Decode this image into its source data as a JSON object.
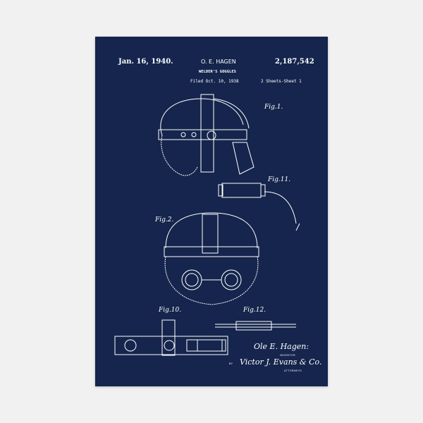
{
  "header": {
    "date": "Jan. 16, 1940.",
    "inventor": "O. E. HAGEN",
    "patent_number": "2,187,542",
    "title": "WELDER'S GOGGLES",
    "filed": "Filed Oct. 10, 1938",
    "sheets": "2 Sheets-Sheet 1"
  },
  "figures": {
    "fig1": "Fig.1.",
    "fig11": "Fig.11.",
    "fig2": "Fig.2.",
    "fig10": "Fig.10.",
    "fig12": "Fig.12."
  },
  "signature": {
    "inventor_name": "Ole E. Hagen:",
    "inventor_label": "INVENTOR",
    "by": "BY",
    "attorney_name": "Victor J. Evans & Co.",
    "attorney_label": "ATTORNEYS"
  },
  "colors": {
    "background": "#f1f1f1",
    "poster": "#15254d",
    "ink": "#ffffff"
  }
}
